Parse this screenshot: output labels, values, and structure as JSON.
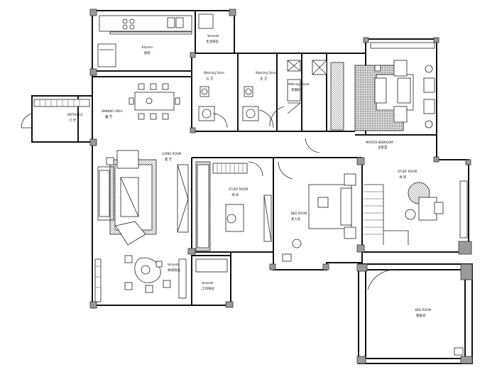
{
  "rooms": {
    "kitchen": {
      "en": "Kitchen",
      "cn": "厨房"
    },
    "veranda_top": {
      "en": "Veranda",
      "cn": "生活阳台"
    },
    "washing_store_1": {
      "en": "Washing Store",
      "cn": "公 卫"
    },
    "washing_store_2": {
      "en": "Washing Store",
      "cn": "主 卫"
    },
    "walking_closet": {
      "en": "Walking Closet",
      "cn": "衣帽间"
    },
    "entrance": {
      "en": "ENTRANCE",
      "cn": "门 厅"
    },
    "dinning_area": {
      "en": "DINNING AREA",
      "cn": "餐 厅"
    },
    "master_bedroom": {
      "en": "MASTER BEDROOM",
      "cn": "主卧室"
    },
    "living_room": {
      "en": "LIVING ROOM",
      "cn": "客 厅"
    },
    "study_room_mid": {
      "en": "STUDY ROOM",
      "cn": "书 房"
    },
    "bedroom_mid": {
      "en": "BED ROOM",
      "cn": "老人房"
    },
    "study_room_right": {
      "en": "STUDY ROOM",
      "cn": "书 房"
    },
    "veranda_lower": {
      "en": "Veranda",
      "cn": "休闲阳台"
    },
    "veranda_small": {
      "en": "Veranda",
      "cn": "工作阳台"
    },
    "bedroom_right": {
      "en": "BED ROOM",
      "cn": "客卧间"
    }
  }
}
